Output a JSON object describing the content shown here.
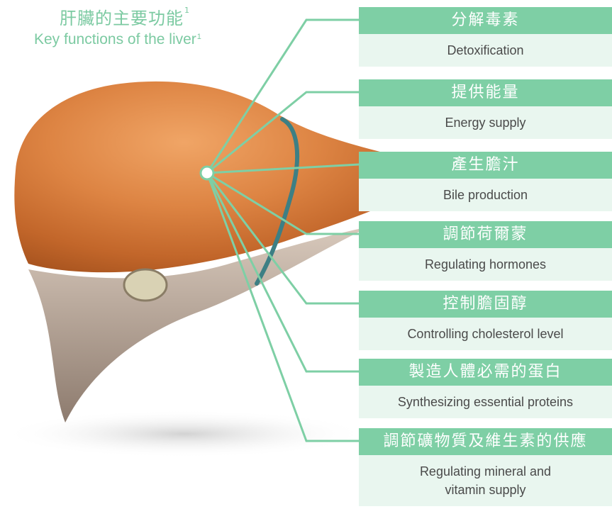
{
  "title": {
    "zh": "肝臟的主要功能",
    "en": "Key functions of the liver",
    "footnote": "1"
  },
  "functions": [
    {
      "zh": "分解毒素",
      "en": "Detoxification"
    },
    {
      "zh": "提供能量",
      "en": "Energy supply"
    },
    {
      "zh": "產生膽汁",
      "en": "Bile production"
    },
    {
      "zh": "調節荷爾蒙",
      "en": "Regulating hormones"
    },
    {
      "zh": "控制膽固醇",
      "en": "Controlling cholesterol level"
    },
    {
      "zh": "製造人體必需的蛋白",
      "en": "Synthesizing essential proteins"
    },
    {
      "zh": "調節礦物質及維生素的供應",
      "en": "Regulating mineral and vitamin supply"
    }
  ],
  "colors": {
    "accent": "#7ecfa5",
    "panel_light": "#e9f6ef",
    "liver": "#d4793b"
  }
}
